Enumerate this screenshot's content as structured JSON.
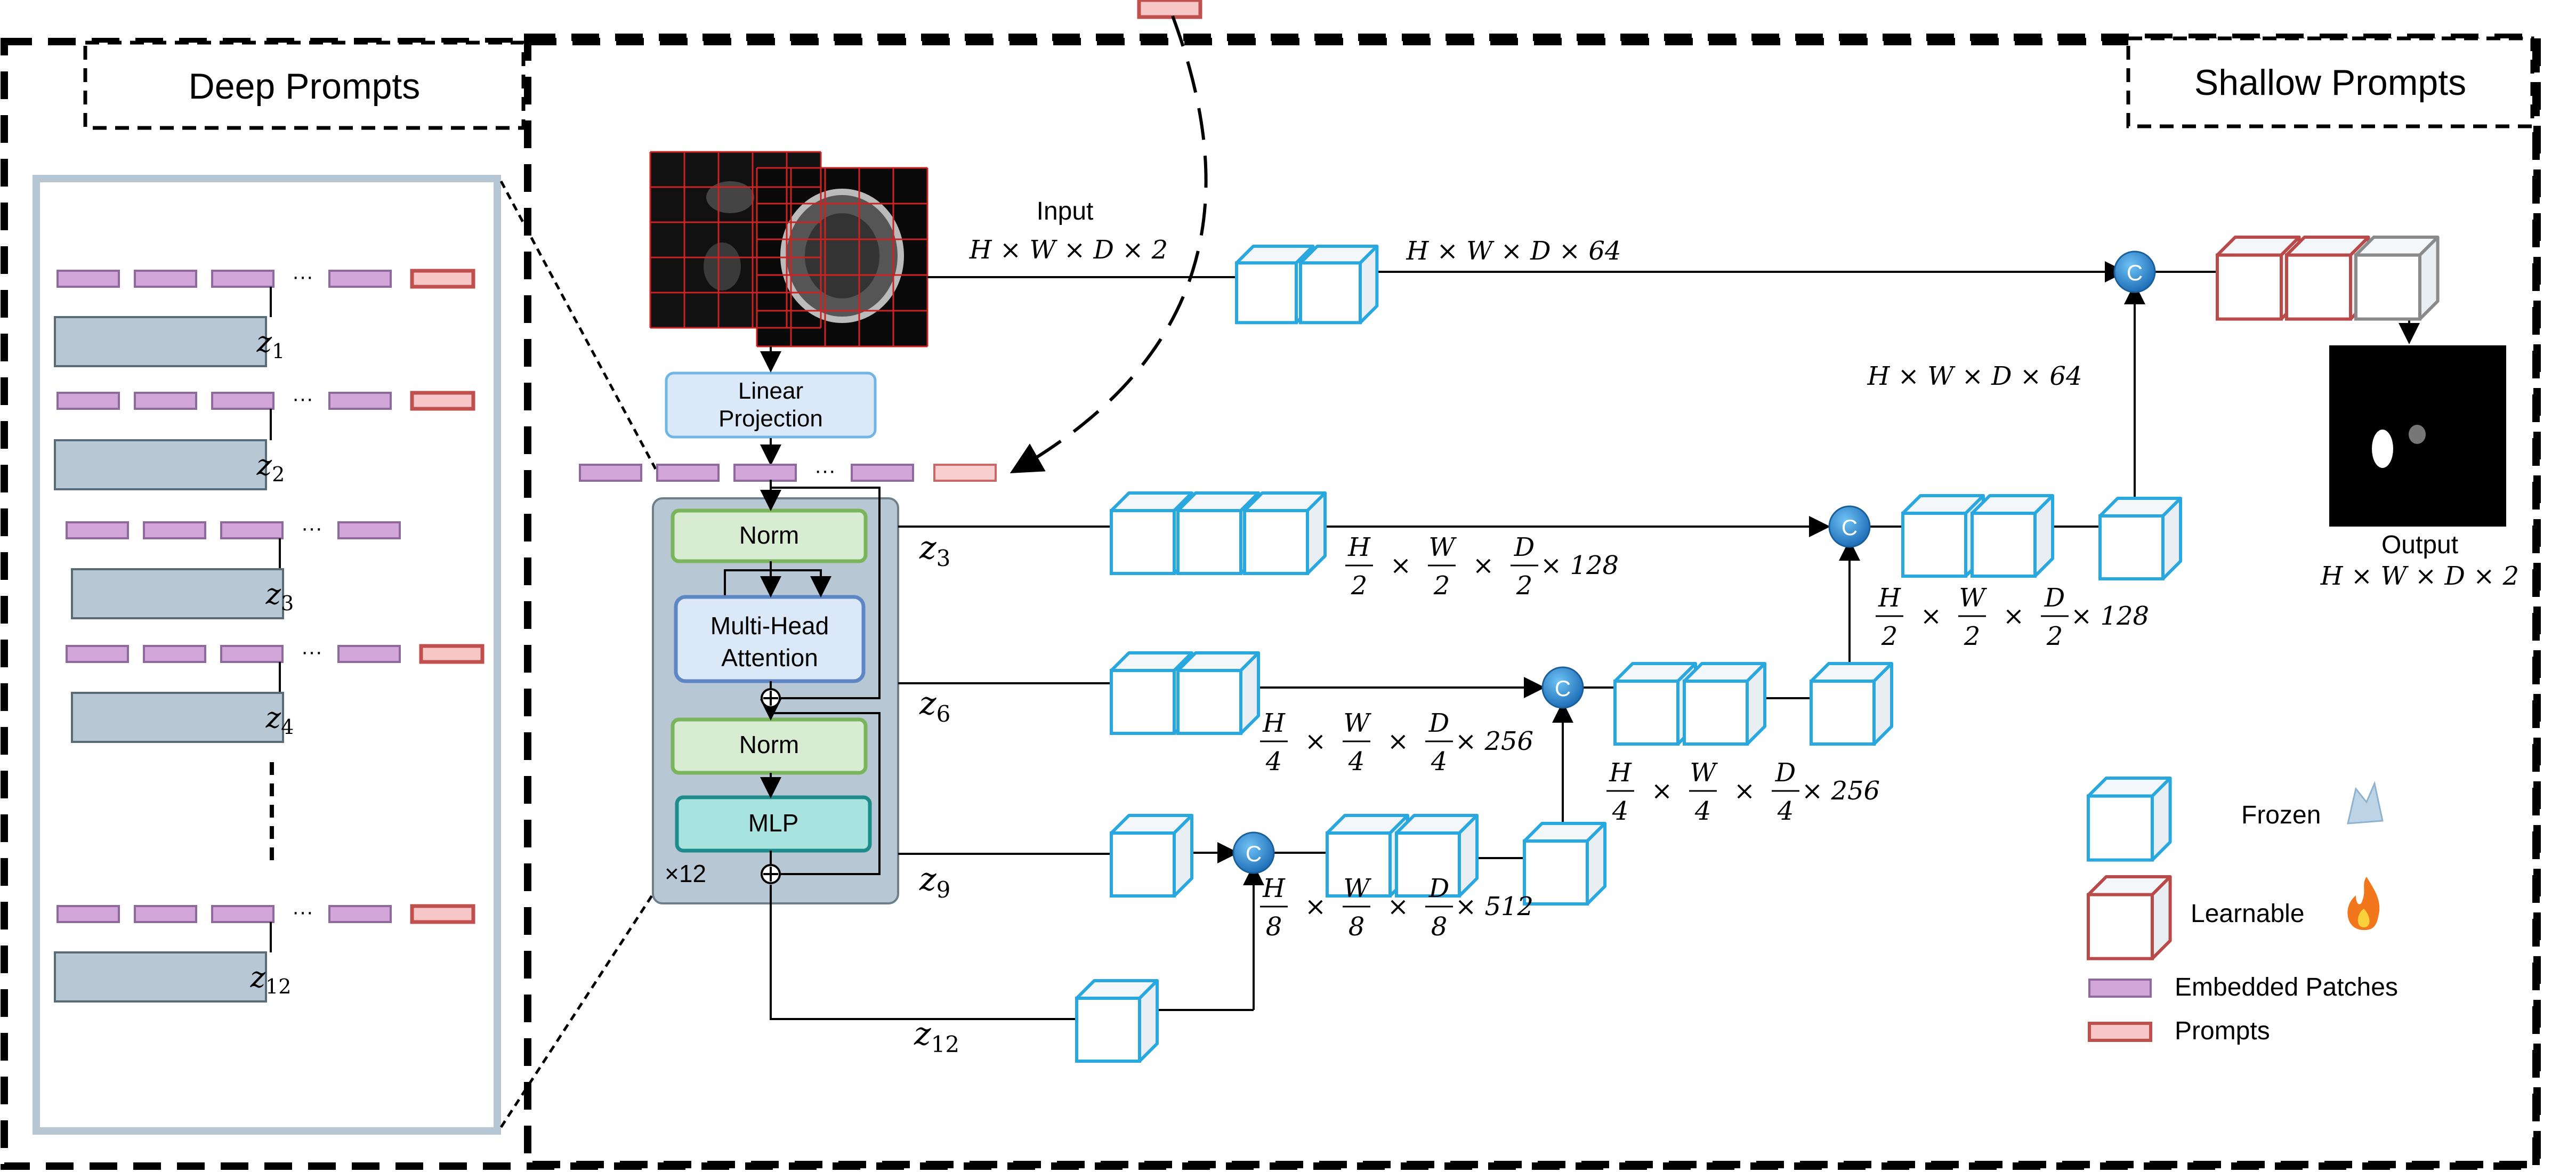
{
  "labels": {
    "deep_prompts": "Deep Prompts",
    "shallow_prompts": "Shallow Prompts",
    "input": "Input",
    "input_dims": "H × W × D × 2",
    "linear_projection_line1": "Linear",
    "linear_projection_line2": "Projection",
    "norm": "Norm",
    "mha_line1": "Multi-Head",
    "mha_line2": "Attention",
    "mlp": "MLP",
    "repeat": "×12",
    "output": "Output",
    "output_dims": "H × W × D × 2",
    "top_dims": "H × W × D × 64",
    "right_dims": "H × W × D × 64",
    "concat": "C",
    "ellipsis": "···",
    "vdots": "⋮"
  },
  "tokens": [
    "z",
    "1",
    "2",
    "3",
    "4",
    "12",
    "6",
    "9"
  ],
  "deep_layers": [
    {
      "sub": "1"
    },
    {
      "sub": "2"
    },
    {
      "sub": "3"
    },
    {
      "sub": "4"
    },
    {
      "sub": "12"
    }
  ],
  "skip_labels": [
    {
      "sub": "3"
    },
    {
      "sub": "6"
    },
    {
      "sub": "9"
    },
    {
      "sub": "12"
    }
  ],
  "fractions": [
    {
      "num1": "H",
      "den": "2",
      "num2": "W",
      "num3": "D",
      "tail": "× 128"
    },
    {
      "num1": "H",
      "den": "4",
      "num2": "W",
      "num3": "D",
      "tail": "× 256"
    },
    {
      "num1": "H",
      "den": "8",
      "num2": "W",
      "num3": "D",
      "tail": "× 512"
    },
    {
      "num1": "H",
      "den": "2",
      "num2": "W",
      "num3": "D",
      "tail": "× 128"
    },
    {
      "num1": "H",
      "den": "4",
      "num2": "W",
      "num3": "D",
      "tail": "× 256"
    }
  ],
  "legend": {
    "frozen": "Frozen",
    "learnable": "Learnable",
    "embedded_patches": "Embedded Patches",
    "prompts": "Prompts",
    "frozen_icon": "ice-icon",
    "learnable_icon": "fire-icon"
  },
  "colors": {
    "frozen_cube": "#29a8e0",
    "learnable_cube": "#b84a4a",
    "output_cube": "#8a8a8a",
    "patch": "#d3a6d9",
    "prompt": "#f7c6c6",
    "prompt_border": "#c0504d",
    "block_bg": "#b8c7d4",
    "norm_bg": "#d7ecd0",
    "mha_bg": "#dbe8f7",
    "mlp_bg": "#a9e3e0",
    "concat": "#2d8fd5"
  }
}
